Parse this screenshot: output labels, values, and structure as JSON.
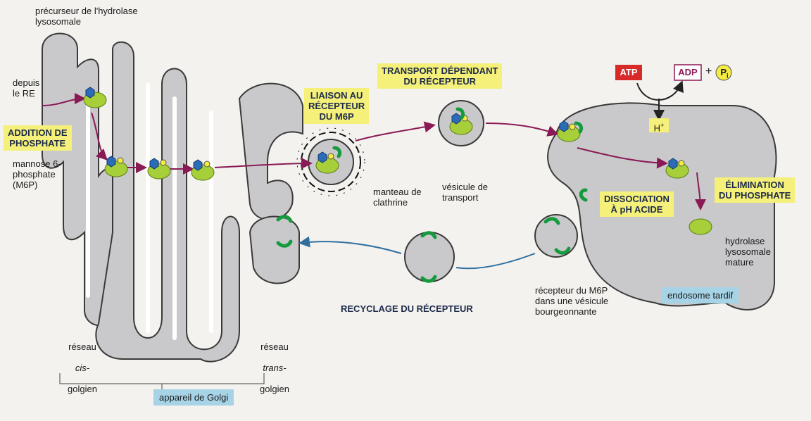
{
  "labels": {
    "precursor": "précurseur de l'hydrolase\nlysosomale",
    "from_er": "depuis\nle RE",
    "mannose": "mannose 6-\nphosphate\n(M6P)",
    "clathrin": "manteau de\nclathrine",
    "vesicle": "vésicule de\ntransport",
    "receptor_vesicle": "récepteur du M6P\ndans une vésicule\nbourgeonnante",
    "mature_hydrolase": "hydrolase\nlysosomale\nmature",
    "cis_1": "réseau",
    "cis_2": "cis-",
    "cis_3": "golgien",
    "trans_1": "réseau",
    "trans_2": "trans-",
    "trans_3": "golgien"
  },
  "boxes": {
    "addition": "ADDITION DE\nPHOSPHATE",
    "binding": "LIAISON AU\nRÉCEPTEUR\nDU M6P",
    "transport": "TRANSPORT DÉPENDANT\nDU RÉCEPTEUR",
    "dissociation": "DISSOCIATION\nÀ pH ACIDE",
    "elimination": "ÉLIMINATION\nDU PHOSPHATE",
    "recycling": "RECYCLAGE DU RÉCEPTEUR",
    "golgi": "appareil de Golgi",
    "endosome": "endosome tardif"
  },
  "chem": {
    "atp": "ATP",
    "adp": "ADP",
    "plus": "+",
    "pi": "P",
    "pi_sub": "i",
    "hplus": "H",
    "hplus_sup": "+"
  },
  "colors": {
    "membrane_fill": "#c9c9cb",
    "membrane_stroke": "#3a3a3a",
    "lumen": "#ffffff",
    "hydrolase": "#a6cf3a",
    "receptor": "#169a3e",
    "arrow_purple": "#8a1a55",
    "arrow_blue": "#2f6fa0",
    "atp_red": "#d92a2a",
    "hplus_yellow": "#f4f07a",
    "box_yellow": "#f4f07a",
    "box_blue": "#a6d3e6"
  }
}
